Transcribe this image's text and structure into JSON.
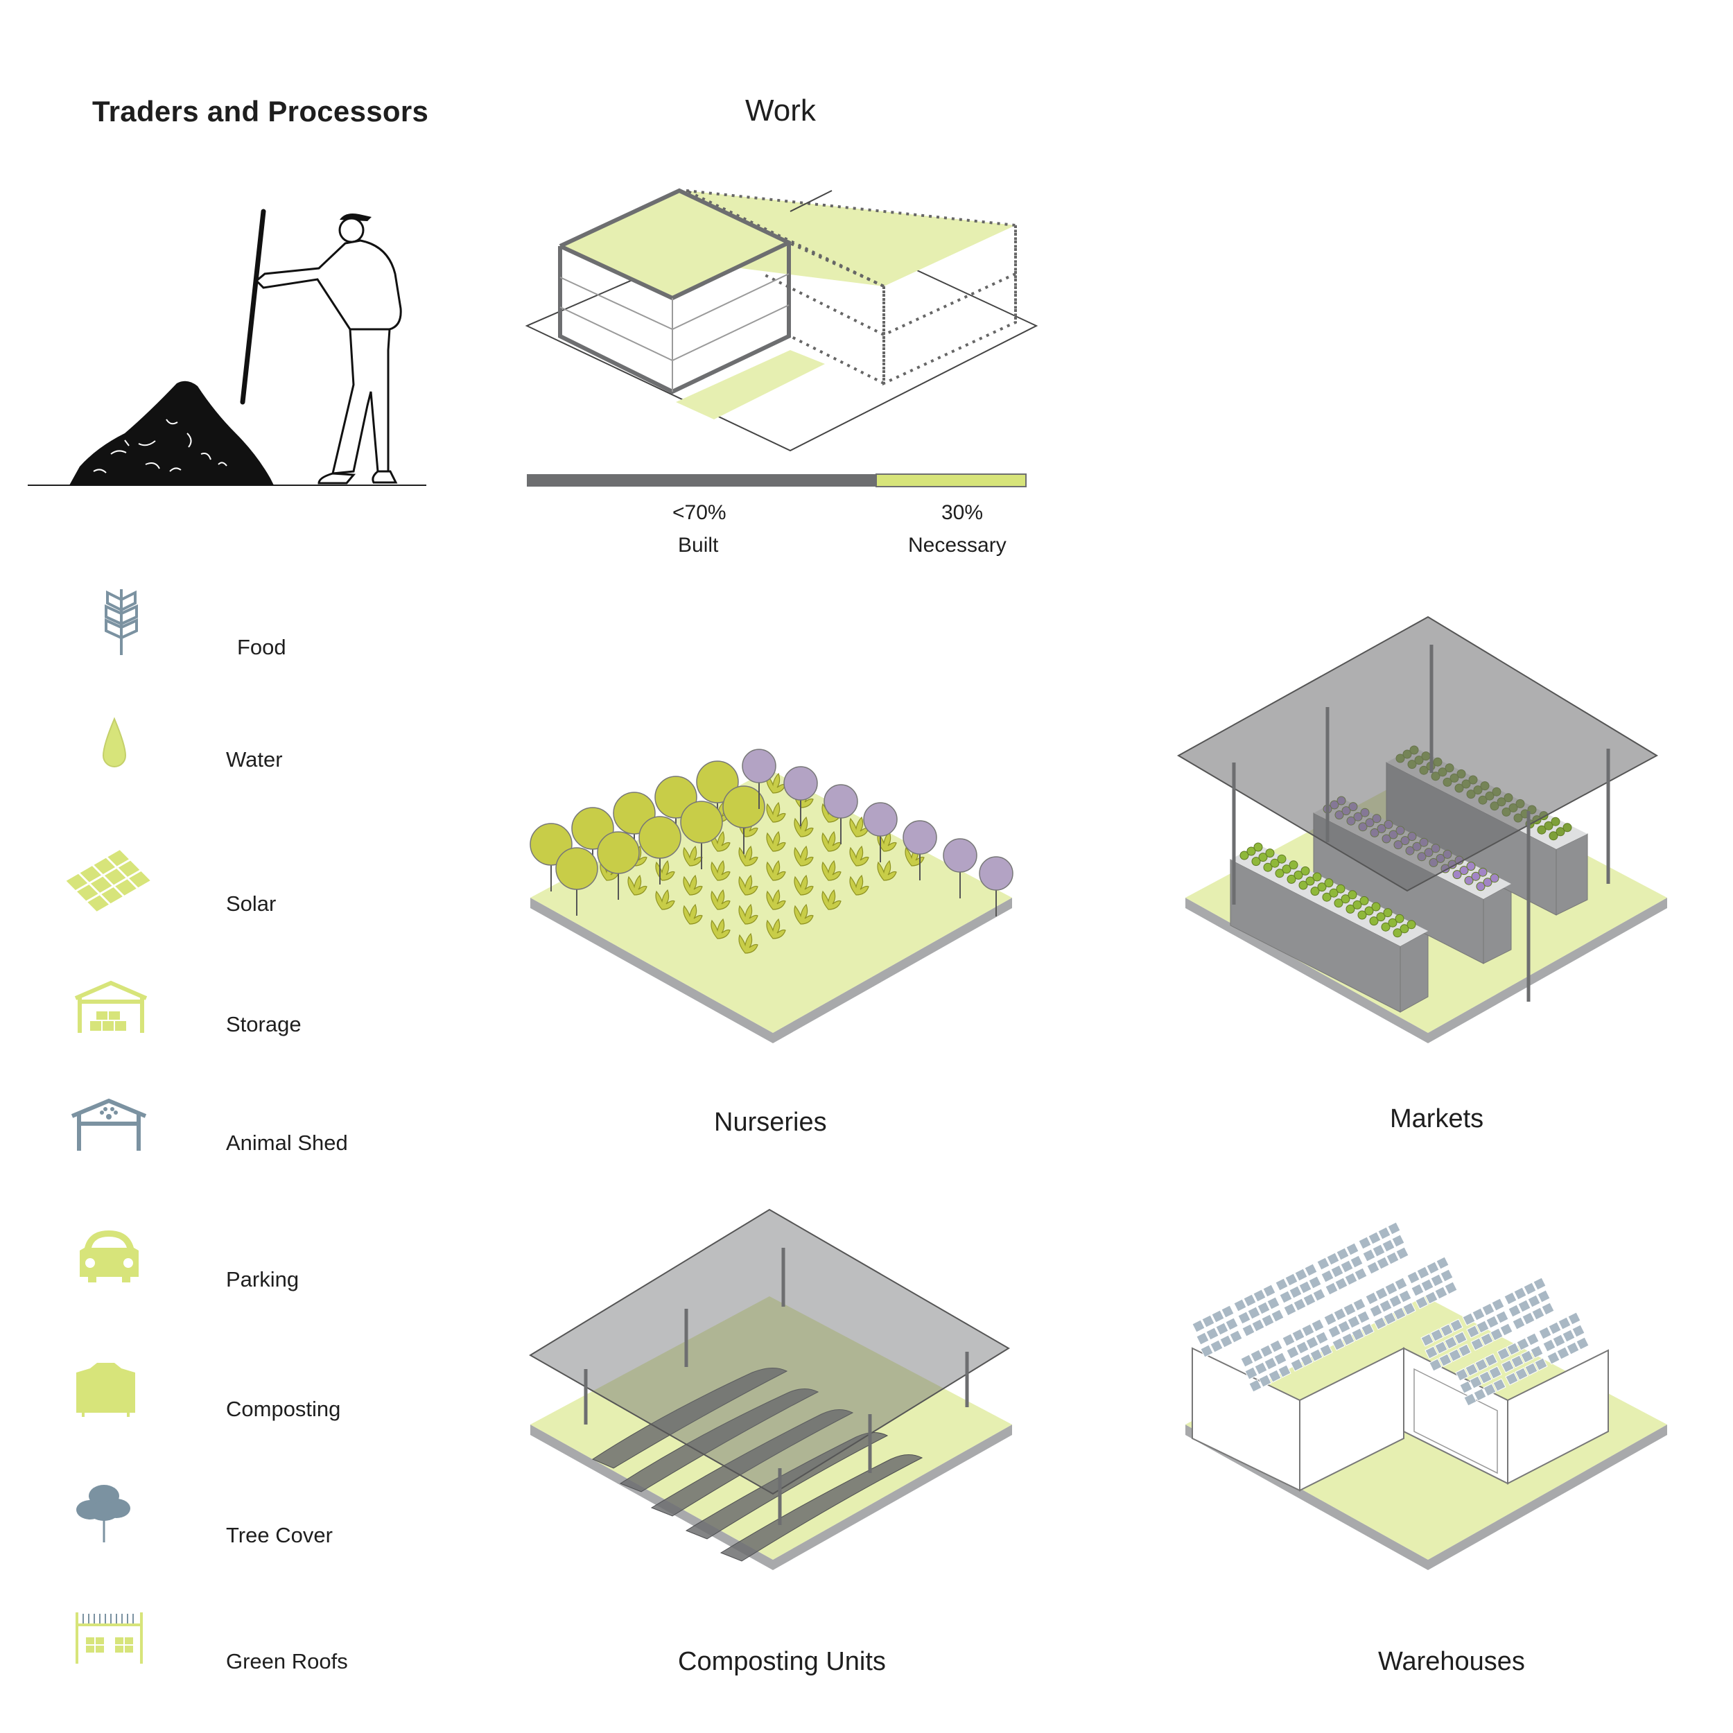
{
  "header": {
    "title": "Traders and Processors"
  },
  "work": {
    "title": "Work",
    "bar": {
      "built_fraction": 0.7,
      "necessary_fraction": 0.3,
      "built_color": "#6d6e70",
      "necessary_color": "#d7e47a",
      "built_value": "<70%",
      "built_label": "Built",
      "necessary_value": "30%",
      "necessary_label": "Necessary"
    }
  },
  "legend": [
    {
      "label": "Food",
      "icon": "wheat-icon",
      "color": "#7b92a1"
    },
    {
      "label": "Water",
      "icon": "water-drop-icon",
      "color": "#d7e47a"
    },
    {
      "label": "Solar",
      "icon": "solar-panel-icon",
      "color": "#d7e47a"
    },
    {
      "label": "Storage",
      "icon": "storage-shed-icon",
      "color": "#d7e47a"
    },
    {
      "label": "Animal Shed",
      "icon": "animal-shed-icon",
      "color": "#7b92a1"
    },
    {
      "label": "Parking",
      "icon": "car-icon",
      "color": "#d7e47a"
    },
    {
      "label": "Composting",
      "icon": "compost-bin-icon",
      "color": "#d7e47a"
    },
    {
      "label": "Tree Cover",
      "icon": "tree-icon",
      "color": "#7b92a1"
    },
    {
      "label": "Green Roofs",
      "icon": "green-roof-icon",
      "color": "#d7e47a"
    }
  ],
  "tiles": {
    "nurseries": "Nurseries",
    "markets": "Markets",
    "composting_units": "Composting Units",
    "warehouses": "Warehouses"
  },
  "colors": {
    "accent_green": "#d7e47a",
    "ground_green": "#e4e9a4",
    "slate": "#7b92a1",
    "dark_grey": "#6d6e70",
    "purple": "#b3a3c4"
  }
}
